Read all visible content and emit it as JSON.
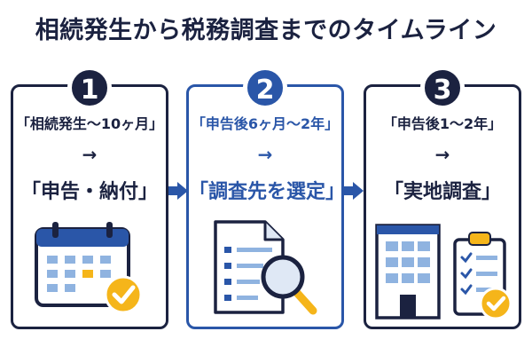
{
  "title": "相続発生から税務調査までのタイムライン",
  "steps": [
    {
      "number": "1",
      "period": "「相続発生～10ヶ月」",
      "arrow": "→",
      "action": "「申告・納付」",
      "illustration": "calendar-check-icon"
    },
    {
      "number": "2",
      "period": "「申告後6ヶ月～2年」",
      "arrow": "→",
      "action": "「調査先を選定」",
      "illustration": "document-magnifier-icon"
    },
    {
      "number": "3",
      "period": "「申告後1～2年」",
      "arrow": "→",
      "action": "「実地調査」",
      "illustration": "building-checklist-icon"
    }
  ],
  "colors": {
    "navy": "#1b2240",
    "blue": "#2a56a8",
    "accent_yellow": "#f5b51a",
    "light_blue": "#8fb3e0"
  }
}
